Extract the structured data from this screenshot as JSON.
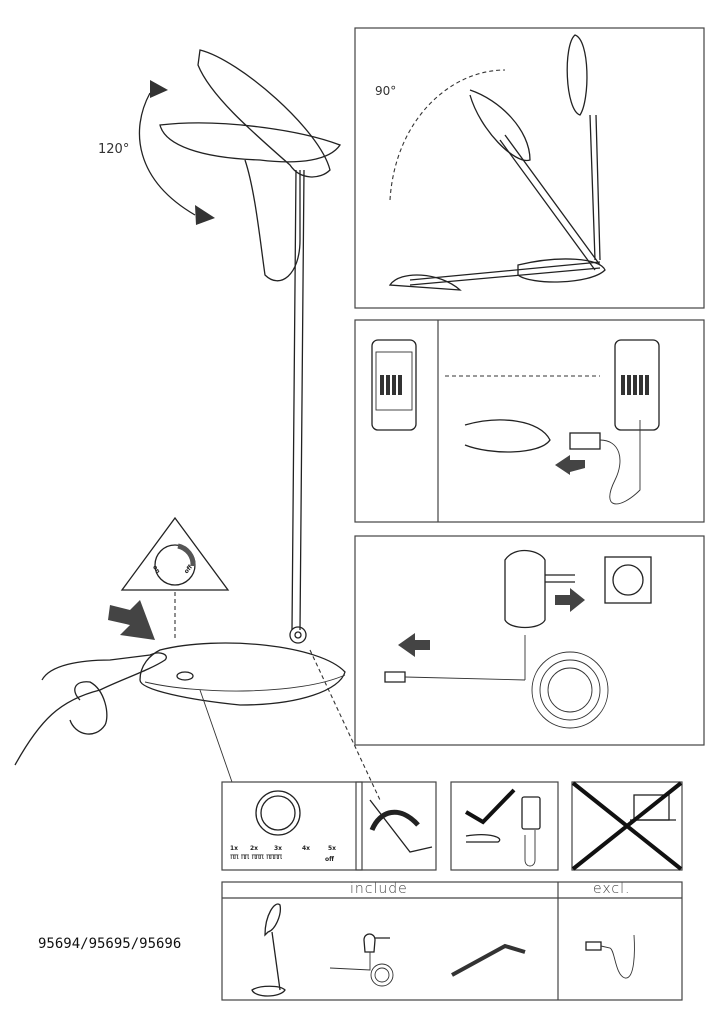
{
  "main_figure": {
    "tilt_angle_label": "120°",
    "switch_labels": {
      "on": "on",
      "off": "off"
    }
  },
  "panel_rotation": {
    "angle_label": "90°"
  },
  "panel_usb_charging": {},
  "panel_adapter": {},
  "steps": {
    "brightness": {
      "levels": [
        "1x",
        "2x",
        "3x",
        "4x",
        "5x"
      ],
      "off_label": "off"
    },
    "allowed_icon": "checkmark-icon",
    "forbidden_icon": "cross-icon"
  },
  "contents": {
    "include_label": "include",
    "excluded_label": "excl."
  },
  "model_numbers": "95694/95695/95696"
}
